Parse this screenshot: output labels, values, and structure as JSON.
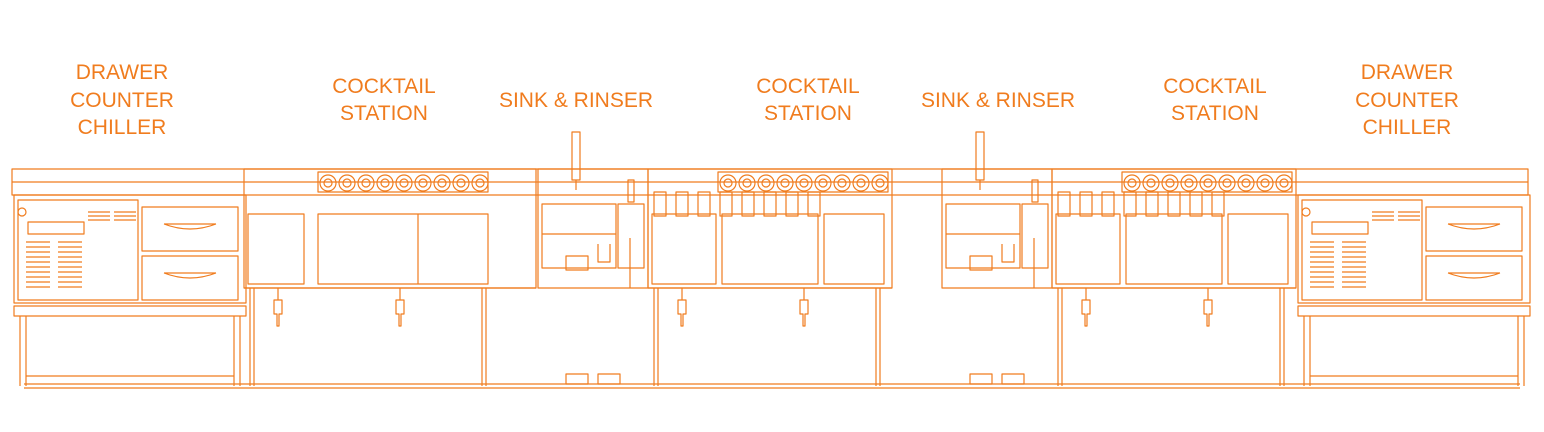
{
  "colors": {
    "line": "#f07c1e",
    "background": "#ffffff"
  },
  "stations": [
    {
      "type": "drawer-counter-chiller",
      "label": [
        "DRAWER",
        "COUNTER",
        "CHILLER"
      ]
    },
    {
      "type": "cocktail-station",
      "label": [
        "COCKTAIL",
        "STATION"
      ]
    },
    {
      "type": "sink-rinser",
      "label": [
        "SINK & RINSER"
      ]
    },
    {
      "type": "cocktail-station",
      "label": [
        "COCKTAIL",
        "STATION"
      ]
    },
    {
      "type": "sink-rinser",
      "label": [
        "SINK & RINSER"
      ]
    },
    {
      "type": "cocktail-station",
      "label": [
        "COCKTAIL",
        "STATION"
      ]
    },
    {
      "type": "drawer-counter-chiller",
      "label": [
        "DRAWER",
        "COUNTER",
        "CHILLER"
      ]
    }
  ]
}
